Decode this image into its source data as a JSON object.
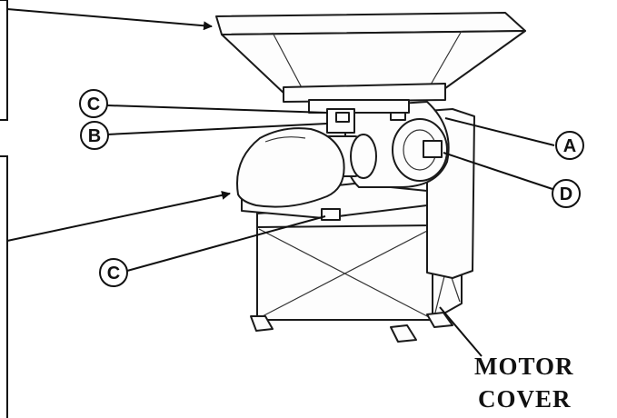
{
  "labels": {
    "c_top": "C",
    "b": "B",
    "a": "A",
    "d": "D",
    "c_bottom": "C"
  },
  "caption": {
    "line1": "MOTOR",
    "line2": "COVER"
  }
}
